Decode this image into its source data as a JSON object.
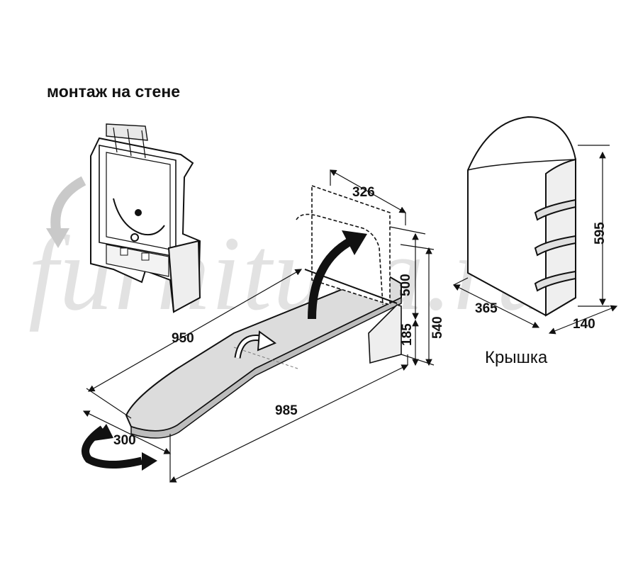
{
  "heading": "монтаж на стене",
  "cover_caption": "Крышка",
  "watermark": "furnitura.ru",
  "dimensions": {
    "board_length": "950",
    "board_total_length": "985",
    "board_width": "300",
    "bracket_depth": "326",
    "mount_height": "500",
    "overall_height": "540",
    "board_height": "185",
    "cover_depth": "365",
    "cover_width": "140",
    "cover_height": "595"
  }
}
